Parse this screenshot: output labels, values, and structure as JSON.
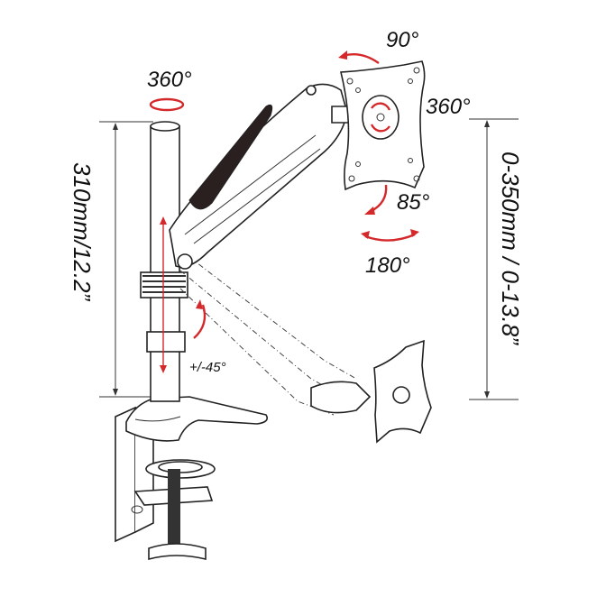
{
  "diagram": {
    "pole_rotation": "360°",
    "plate_tilt_up": "90°",
    "plate_rotation": "360°",
    "plate_tilt_down": "85°",
    "plate_swivel": "180°",
    "arm_tilt": "+/-45°",
    "pole_height": "310mm/12.2”",
    "height_range": "0-350mm / 0-13.8”",
    "arrow_color": "#d4282a"
  }
}
